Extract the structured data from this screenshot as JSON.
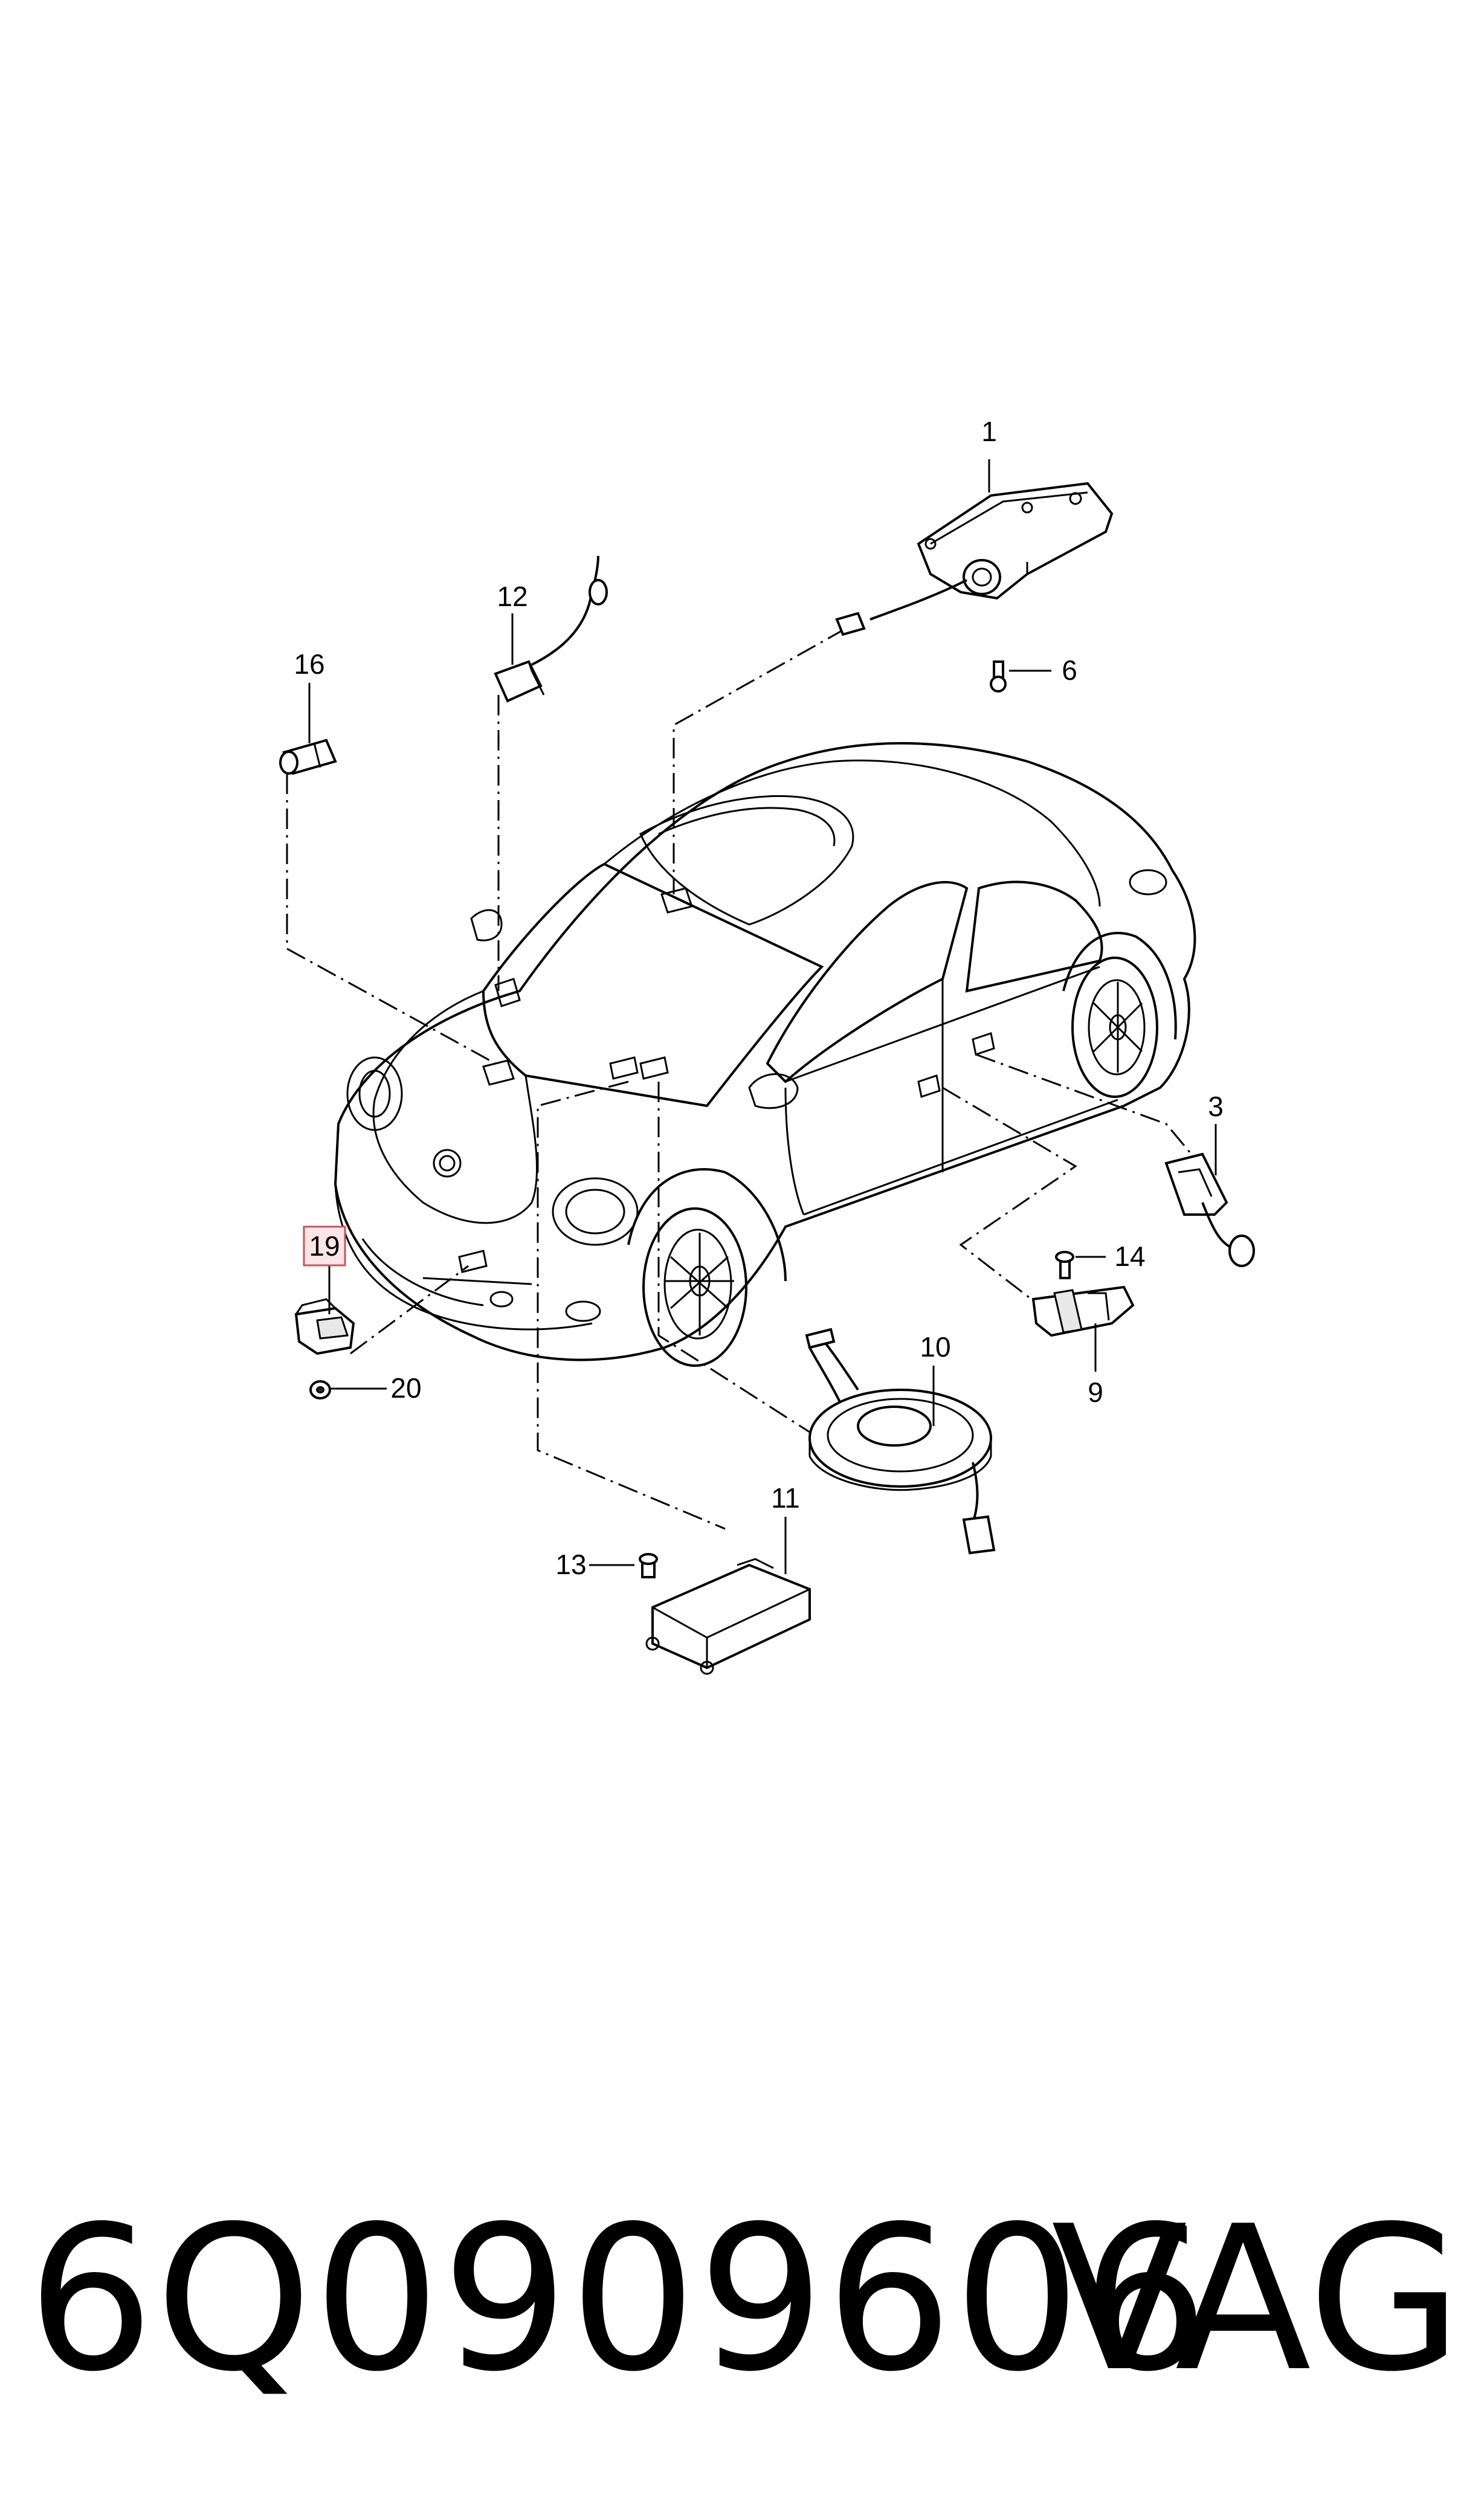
{
  "callouts": {
    "c1": "1",
    "c3": "3",
    "c6": "6",
    "c9": "9",
    "c10": "10",
    "c11": "11",
    "c12": "12",
    "c13": "13",
    "c14": "14",
    "c16": "16",
    "c19": "19",
    "c20": "20"
  },
  "highlight_color": "#fde4e6",
  "footer": {
    "part_number": "6Q0909606",
    "brand": "VAG"
  }
}
